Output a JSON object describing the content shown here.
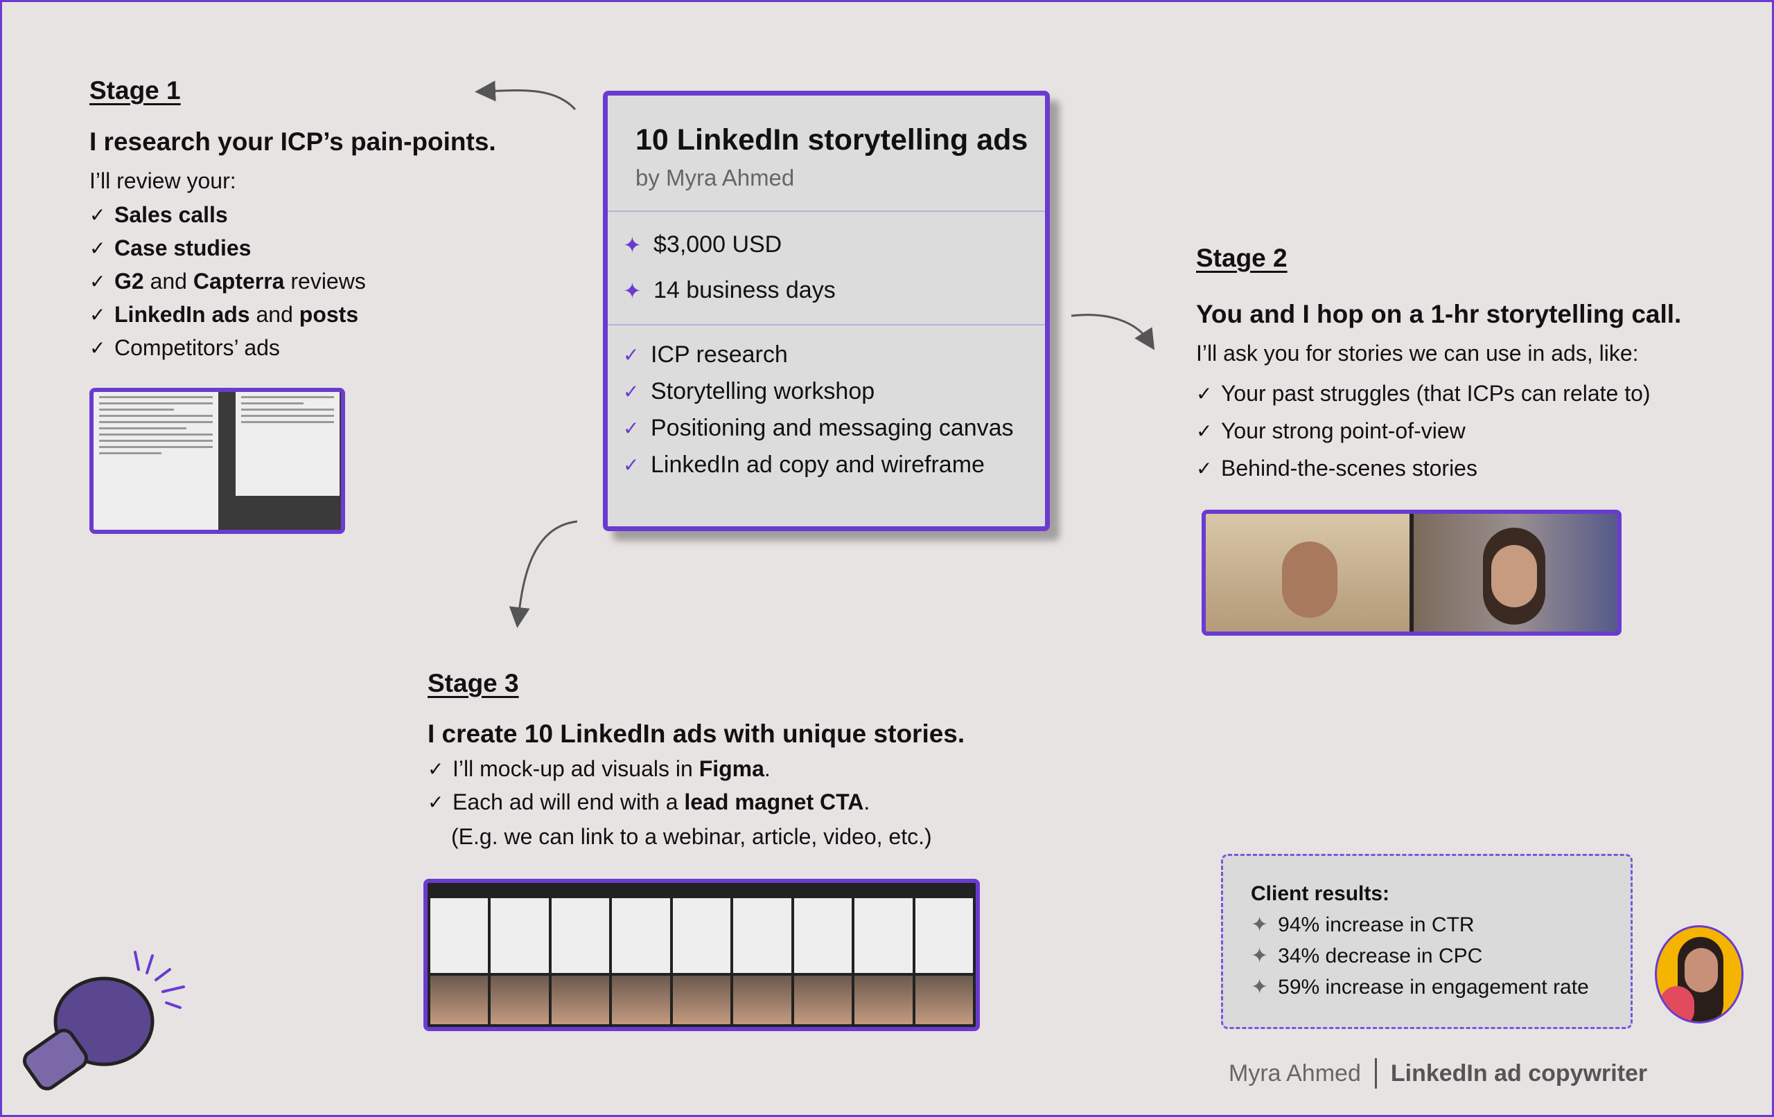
{
  "stage1": {
    "heading": "Stage 1",
    "headline": "I research your ICP’s pain-points.",
    "intro": "I’ll review your:",
    "items": [
      {
        "parts": [
          {
            "t": "Sales calls",
            "b": true
          }
        ]
      },
      {
        "parts": [
          {
            "t": "Case studies",
            "b": true
          }
        ]
      },
      {
        "parts": [
          {
            "t": "G2",
            "b": true
          },
          {
            "t": " and ",
            "b": false
          },
          {
            "t": "Capterra",
            "b": true
          },
          {
            "t": " reviews",
            "b": false
          }
        ]
      },
      {
        "parts": [
          {
            "t": "LinkedIn ads",
            "b": true
          },
          {
            "t": " and ",
            "b": false
          },
          {
            "t": "posts",
            "b": true
          }
        ]
      },
      {
        "parts": [
          {
            "t": "Competitors’ ads",
            "b": false
          }
        ]
      }
    ]
  },
  "card": {
    "title": "10 LinkedIn storytelling ads",
    "byline": "by Myra Ahmed",
    "price": "$3,000 USD",
    "duration": "14 business days",
    "deliverables": [
      "ICP research",
      "Storytelling workshop",
      "Positioning and messaging canvas",
      "LinkedIn ad copy and wireframe"
    ]
  },
  "stage2": {
    "heading": "Stage 2",
    "headline": "You and I hop on a 1-hr storytelling call.",
    "intro": "I’ll ask you for stories we can use in ads, like:",
    "items": [
      "Your past struggles (that ICPs can relate to)",
      "Your strong point-of-view",
      "Behind-the-scenes stories"
    ]
  },
  "stage3": {
    "heading": "Stage 3",
    "headline": "I create 10 LinkedIn ads with unique stories.",
    "items": [
      {
        "parts": [
          {
            "t": "I’ll mock-up ad visuals in ",
            "b": false
          },
          {
            "t": "Figma",
            "b": true
          },
          {
            "t": ".",
            "b": false
          }
        ]
      },
      {
        "parts": [
          {
            "t": "Each ad will end with a ",
            "b": false
          },
          {
            "t": "lead magnet CTA",
            "b": true
          },
          {
            "t": ".",
            "b": false
          }
        ]
      }
    ],
    "note": "(E.g. we can link to a webinar, article, video, etc.)"
  },
  "results": {
    "title": "Client results:",
    "items": [
      "94% increase in CTR",
      "34% decrease in CPC",
      "59% increase in engagement rate"
    ]
  },
  "footer": {
    "name": "Myra Ahmed",
    "role": "LinkedIn ad copywriter"
  },
  "colors": {
    "accent": "#6a3bd0",
    "background": "#e8e3e3"
  }
}
